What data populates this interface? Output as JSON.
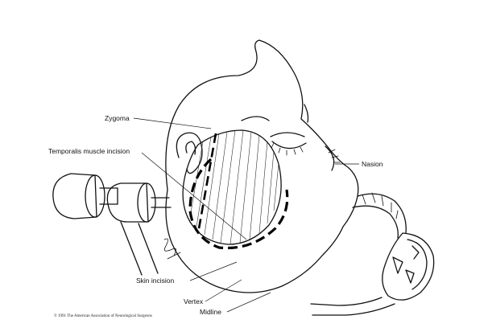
{
  "labels": {
    "zygoma": "Zygoma",
    "temporalis": "Temporalis muscle incision",
    "nasion": "Nasion",
    "skin_incision": "Skin incision",
    "vertex": "Vertex",
    "midline": "Midline"
  },
  "copyright": "© 1991 The American Association of Neurological Surgeons",
  "colors": {
    "ink": "#111111",
    "background": "#ffffff"
  }
}
